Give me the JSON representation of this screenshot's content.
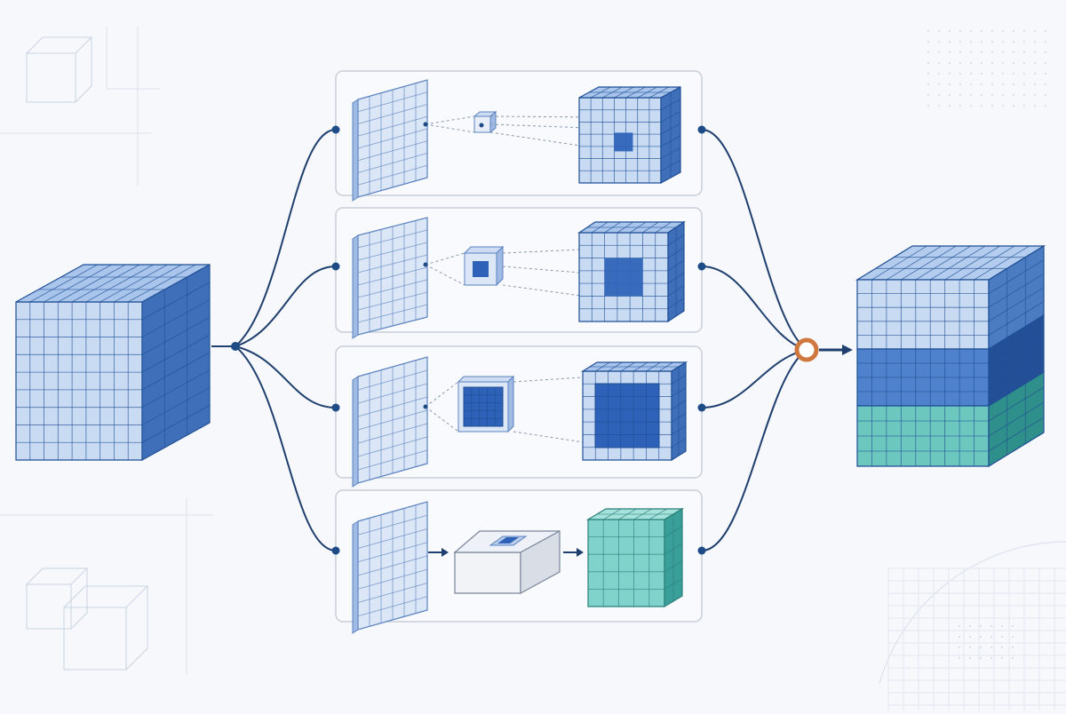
{
  "diagram": {
    "input_tensor": {
      "grid": 9,
      "depth_cells": 3
    },
    "branches": [
      {
        "id": "branch-1x1",
        "kernel_cells": 1,
        "output_core_cells": 1,
        "output_grid": 7
      },
      {
        "id": "branch-3x3",
        "kernel_cells": 3,
        "output_core_cells": 3,
        "output_grid": 7
      },
      {
        "id": "branch-5x5",
        "kernel_cells": 5,
        "output_core_cells": 5,
        "output_grid": 7
      },
      {
        "id": "branch-pool",
        "kernel_cells": 3,
        "output_grid": 5
      }
    ],
    "concat_operator": "concatenation",
    "output_tensor": {
      "grid": 9,
      "segments": [
        "light-blue",
        "mid-blue",
        "teal"
      ]
    }
  },
  "colors": {
    "cube_front": "#c9dbf3",
    "cube_top": "#a9c5ec",
    "cube_side": "#3f6fb8",
    "grid_line": "#1f4f95",
    "highlight": "#2d62b8",
    "teal_front": "#7fd3cb",
    "teal_side": "#3a9f99",
    "connector": "#1f3f6e",
    "node": "#1d4b86",
    "concat_ring": "#d0773f",
    "panel_border": "#c8ced8",
    "panel_fill": "#f8fafd"
  }
}
